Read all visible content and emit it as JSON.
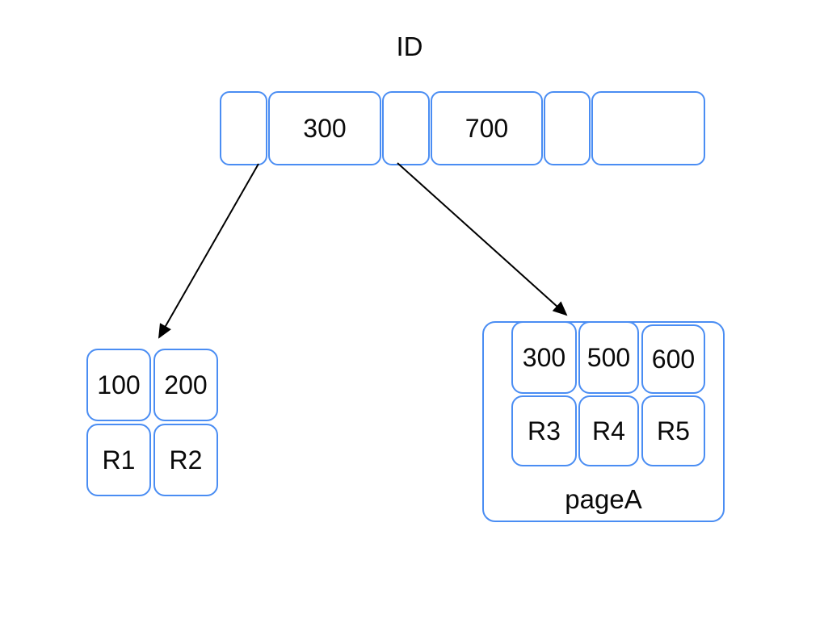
{
  "diagram_title": "ID",
  "colors": {
    "box_border": "#4a8df3",
    "arrow": "#000000",
    "text": "#0a0a0a",
    "background": "#ffffff"
  },
  "index_node": {
    "label": "ID",
    "cells": [
      {
        "value": ""
      },
      {
        "value": "300"
      },
      {
        "value": ""
      },
      {
        "value": "700"
      },
      {
        "value": ""
      },
      {
        "value": ""
      }
    ]
  },
  "left_leaf": {
    "keys": [
      "100",
      "200"
    ],
    "records": [
      "R1",
      "R2"
    ]
  },
  "right_page": {
    "label": "pageA",
    "keys": [
      "300",
      "500",
      "600"
    ],
    "records": [
      "R3",
      "R4",
      "R5"
    ]
  }
}
